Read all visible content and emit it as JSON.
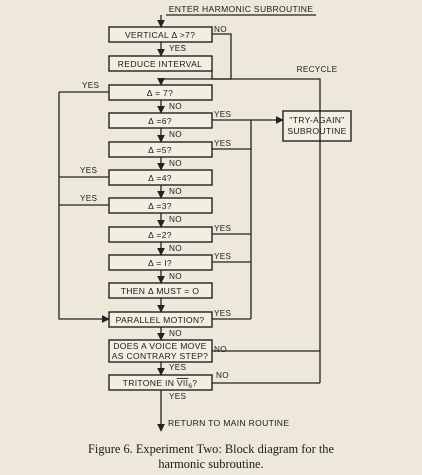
{
  "title": "ENTER HARMONIC SUBROUTINE",
  "boxes": {
    "vertical": "VERTICAL Δ >7?",
    "reduce": "REDUCE INTERVAL",
    "d7": "Δ = 7?",
    "d6": "Δ =6?",
    "d5": "Δ =5?",
    "d4": "Δ =4?",
    "d3": "Δ =3?",
    "d2": "Δ =2?",
    "d1": "Δ = I?",
    "must0": "THEN Δ MUST = O",
    "parallel": "PARALLEL MOTION?",
    "voice_line1": "DOES A VOICE MOVE",
    "voice_line2": "AS CONTRARY STEP?",
    "tritone_prefix": "TRITONE IN ",
    "tritone_chord": "VII",
    "tritone_sub": "6",
    "tritone_suffix": "?",
    "try_again_line1": "\"TRY-AGAIN\"",
    "try_again_line2": "SUBROUTINE"
  },
  "labels": {
    "yes": "YES",
    "no": "NO",
    "recycle": "RECYCLE"
  },
  "exit": "RETURN TO MAIN ROUTINE",
  "caption": {
    "line1": "Figure 6.  Experiment Two: Block diagram for the",
    "line2": "harmonic subroutine."
  }
}
